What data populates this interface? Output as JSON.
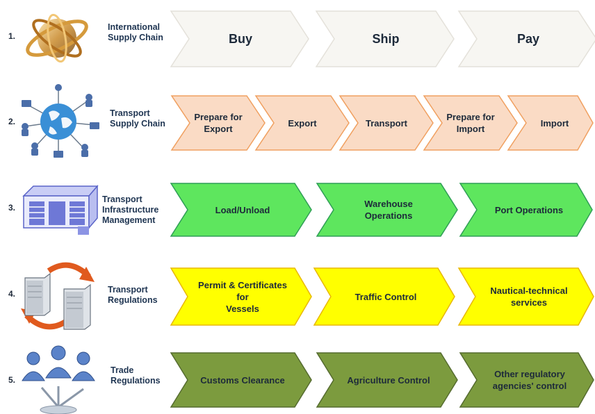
{
  "rows": [
    {
      "number": "1.",
      "label": "International\nSupply Chain",
      "icon": "gold-globe-rings-icon",
      "color": "#f7f6f2",
      "stroke": "#e4e1da",
      "steps": [
        "Buy",
        "Ship",
        "Pay"
      ]
    },
    {
      "number": "2.",
      "label": "Transport\nSupply Chain",
      "icon": "network-globe-icon",
      "color": "#fadbc5",
      "stroke": "#f0a060",
      "steps": [
        "Prepare for\nExport",
        "Export",
        "Transport",
        "Prepare for\nImport",
        "Import"
      ]
    },
    {
      "number": "3.",
      "label": "Transport\nInfrastructure\nManagement",
      "icon": "warehouse-icon",
      "color": "#5ee65e",
      "stroke": "#2f9e56",
      "steps": [
        "Load/Unload",
        "Warehouse\nOperations",
        "Port Operations"
      ]
    },
    {
      "number": "4.",
      "label": "Transport\nRegulations",
      "icon": "servers-sync-icon",
      "color": "#ffff00",
      "stroke": "#e8b800",
      "steps": [
        "Permit  & Certificates\nfor\nVessels",
        "Traffic Control",
        "Nautical-technical\nservices"
      ]
    },
    {
      "number": "5.",
      "label": "Trade\nRegulations",
      "icon": "people-group-icon",
      "color": "#7c9b3e",
      "stroke": "#556b2f",
      "steps": [
        "Customs Clearance",
        "Agriculture Control",
        "Other regulatory\nagencies' control"
      ]
    }
  ]
}
